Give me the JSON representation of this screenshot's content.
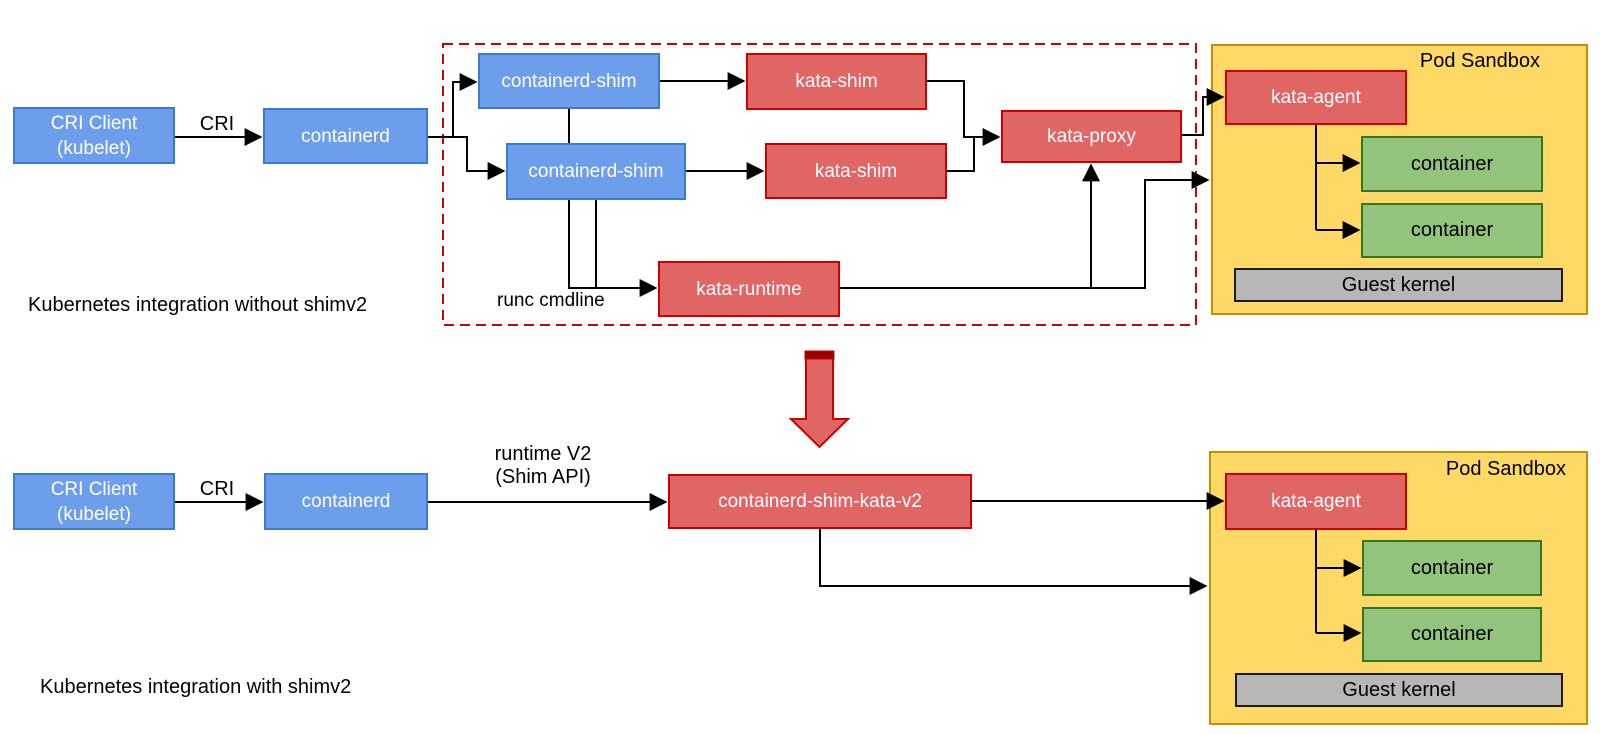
{
  "colors": {
    "blue_fill": "#6d9eeb",
    "blue_border": "#3c78d8",
    "red_fill": "#e06666",
    "red_border": "#cc0000",
    "yellow_fill": "#ffd966",
    "yellow_border": "#bf9000",
    "green_fill": "#93c47d",
    "green_border": "#38761d",
    "gray_fill": "#b7b7b7",
    "gray_border": "#1a1a1a",
    "dashed": "#cc0000",
    "arrow": "#000000",
    "big_arrow_fill": "#e06666",
    "big_arrow_stroke": "#cc0000",
    "big_arrow_band": "#990000"
  },
  "top": {
    "cri_client_line1": "CRI Client",
    "cri_client_line2": "(kubelet)",
    "cri_arrow_label": "CRI",
    "containerd": "containerd",
    "containerd_shim_a": "containerd-shim",
    "containerd_shim_b": "containerd-shim",
    "kata_shim_a": "kata-shim",
    "kata_shim_b": "kata-shim",
    "kata_proxy": "kata-proxy",
    "kata_runtime": "kata-runtime",
    "runc_cmdline_label": "runc cmdline",
    "sandbox_title": "Pod Sandbox",
    "kata_agent": "kata-agent",
    "container_a": "container",
    "container_b": "container",
    "guest_kernel": "Guest kernel",
    "caption": "Kubernetes integration without shimv2"
  },
  "bottom": {
    "cri_client_line1": "CRI Client",
    "cri_client_line2": "(kubelet)",
    "cri_arrow_label": "CRI",
    "containerd": "containerd",
    "runtime_v2_line1": "runtime V2",
    "runtime_v2_line2": "(Shim API)",
    "containerd_shim_kata_v2": "containerd-shim-kata-v2",
    "sandbox_title": "Pod Sandbox",
    "kata_agent": "kata-agent",
    "container_a": "container",
    "container_b": "container",
    "guest_kernel": "Guest kernel",
    "caption": "Kubernetes integration with shimv2"
  }
}
